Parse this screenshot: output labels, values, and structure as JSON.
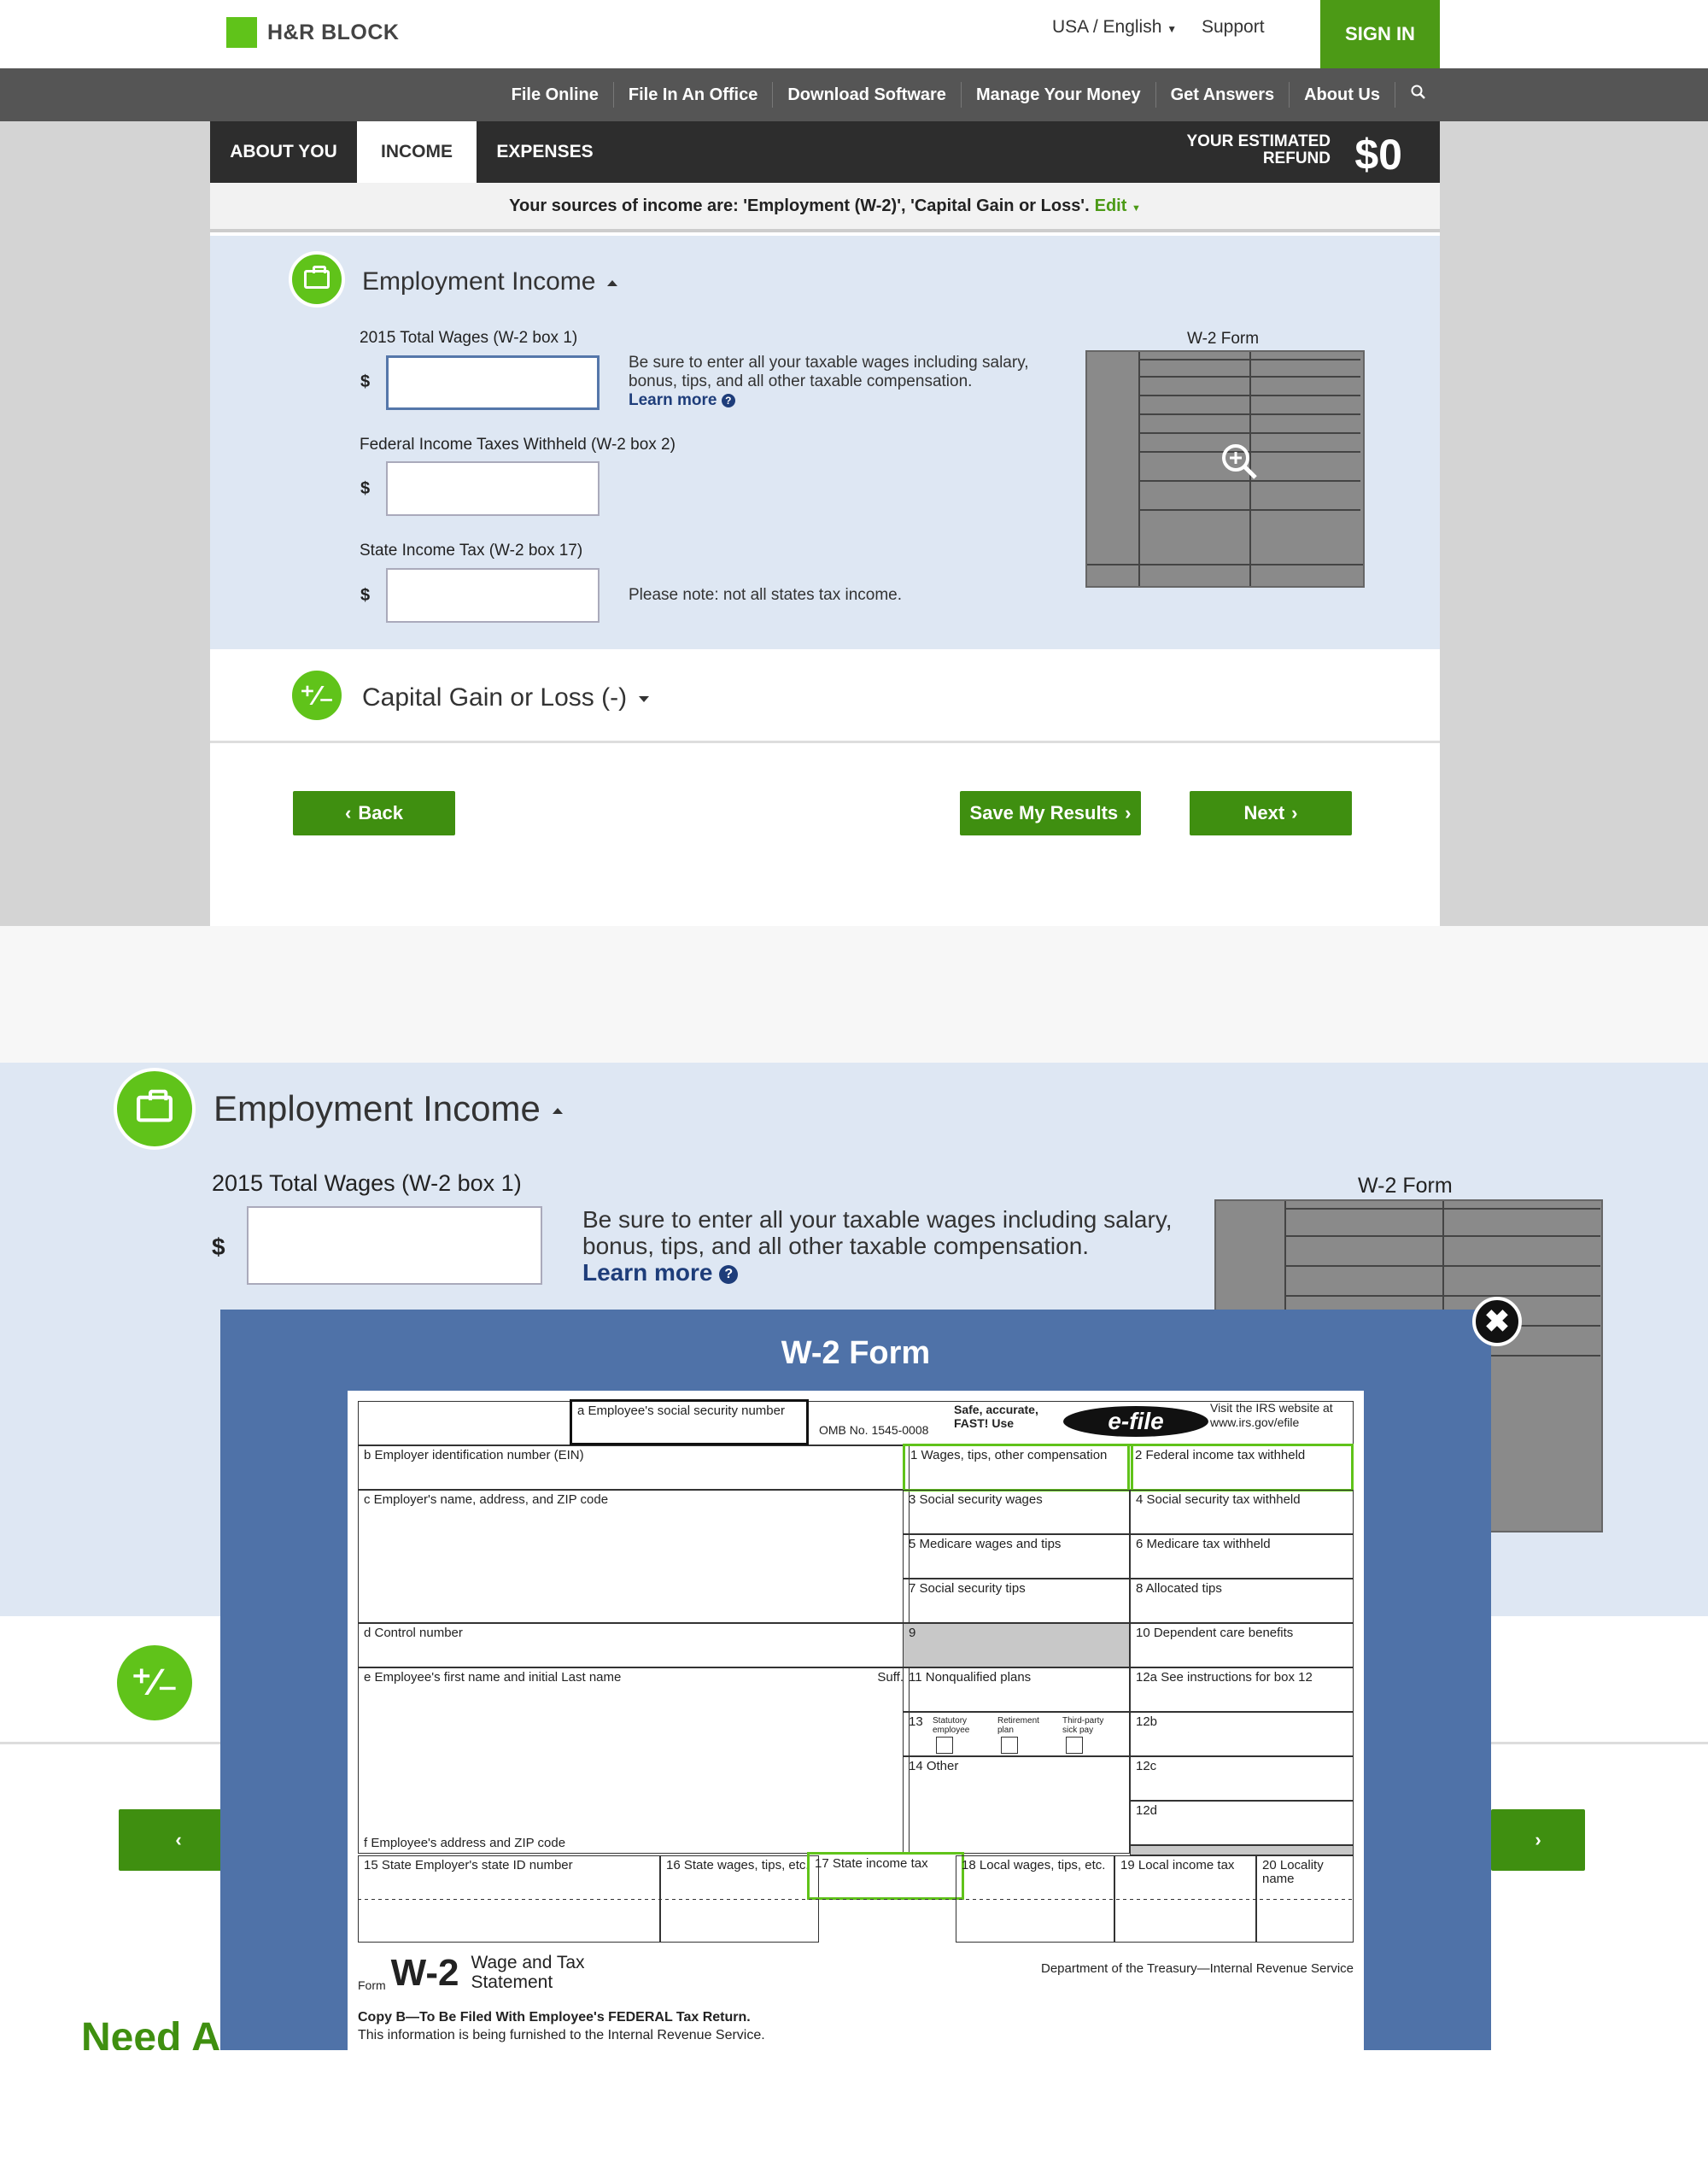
{
  "header": {
    "brand": "H&R BLOCK",
    "locale": "USA / English",
    "support": "Support",
    "sign_in": "SIGN IN"
  },
  "nav": {
    "items": [
      "File Online",
      "File In An Office",
      "Download Software",
      "Manage Your Money",
      "Get Answers",
      "About Us"
    ],
    "search_icon": "search-icon"
  },
  "tabs": {
    "about_you": "ABOUT YOU",
    "income": "INCOME",
    "expenses": "EXPENSES",
    "refund_label_1": "YOUR ESTIMATED",
    "refund_label_2": "REFUND",
    "refund_amount": "$0"
  },
  "sources": {
    "text": "Your sources of income are: 'Employment (W-2)', 'Capital Gain or Loss'.",
    "edit": "Edit"
  },
  "employment": {
    "title": "Employment Income",
    "wages_label": "2015 Total Wages (W-2 box 1)",
    "wages_help_1": "Be sure to enter all your taxable wages including salary,",
    "wages_help_2": "bonus, tips, and all other taxable compensation.",
    "learn_more": "Learn more",
    "federal_label": "Federal Income Taxes Withheld (W-2 box 2)",
    "state_label": "State Income Tax (W-2 box 17)",
    "state_note": "Please note: not all states tax income.",
    "currency": "$",
    "w2_thumb_label": "W-2 Form"
  },
  "capital": {
    "title": "Capital Gain or Loss (-)"
  },
  "buttons": {
    "back": "Back",
    "save": "Save My Results",
    "next": "Next"
  },
  "bottom": {
    "need_help": "Need A"
  },
  "modal": {
    "title": "W-2 Form",
    "close": "✖",
    "w2": {
      "a": "a  Employee's social security number",
      "omb": "OMB No. 1545-0008",
      "safe": "Safe, accurate, FAST! Use",
      "efile": "e-file",
      "visit": "Visit the IRS website at www.irs.gov/efile",
      "b": "b  Employer identification number (EIN)",
      "c": "c  Employer's name, address, and ZIP code",
      "d": "d  Control number",
      "e": "e  Employee's first name and initial        Last name",
      "suff": "Suff.",
      "f": "f  Employee's address and ZIP code",
      "box1": "1   Wages, tips, other compensation",
      "box2": "2   Federal income tax withheld",
      "box3": "3   Social security wages",
      "box4": "4   Social security tax withheld",
      "box5": "5   Medicare wages and tips",
      "box6": "6   Medicare tax withheld",
      "box7": "7   Social security tips",
      "box8": "8   Allocated tips",
      "box9": "9",
      "box10": "10   Dependent care benefits",
      "box11": "11   Nonqualified plans",
      "box12a": "12a  See instructions for box 12",
      "box12b": "12b",
      "box12c": "12c",
      "box12d": "12d",
      "box13": "13",
      "box13a": "Statutory employee",
      "box13b": "Retirement plan",
      "box13c": "Third-party sick pay",
      "box14": "14   Other",
      "box15": "15  State     Employer's state ID number",
      "box16": "16  State wages, tips, etc.",
      "box17": "17  State income tax",
      "box18": "18  Local wages, tips, etc.",
      "box19": "19  Local income tax",
      "box20": "20  Locality name",
      "form_word": "Form",
      "form_name": "W-2",
      "form_title_1": "Wage and Tax",
      "form_title_2": "Statement",
      "dept": "Department of the Treasury—Internal Revenue Service",
      "copy_b": "Copy B—To Be Filed With Employee's FEDERAL Tax Return.",
      "copy_b_2": "This information is being furnished to the Internal Revenue Service."
    }
  },
  "colors": {
    "brand_green": "#60c31a",
    "button_green": "#3f8f10",
    "nav_grey": "#555555",
    "tab_dark": "#2d2d2d",
    "panel_blue": "#dee7f3",
    "modal_blue": "#4f72a8"
  }
}
